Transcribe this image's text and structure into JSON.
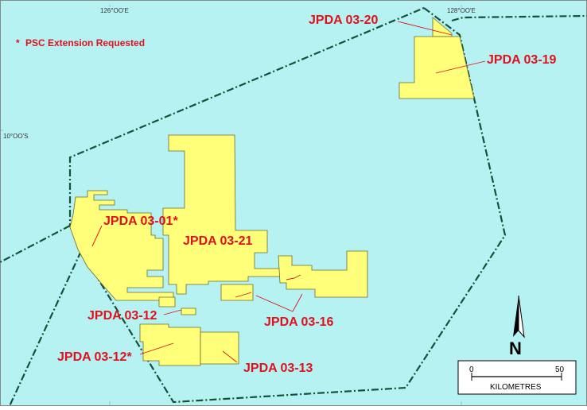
{
  "map": {
    "legend": {
      "marker": "*",
      "text": "PSC Extension Requested"
    },
    "graticule": {
      "lon_left": "126°OO'E",
      "lon_right": "128°OO'E",
      "lat": "10°OO'S"
    },
    "blocks": [
      {
        "id": "JPDA 03-20"
      },
      {
        "id": "JPDA 03-19"
      },
      {
        "id": "JPDA 03-01*"
      },
      {
        "id": "JPDA 03-21"
      },
      {
        "id": "JPDA 03-12"
      },
      {
        "id": "JPDA 03-16"
      },
      {
        "id": "JPDA 03-12*"
      },
      {
        "id": "JPDA 03-13"
      }
    ],
    "scalebar": {
      "min": "0",
      "max": "50",
      "unit": "KILOMETRES"
    },
    "north_arrow": {
      "letter": "N"
    },
    "colors": {
      "sea": "#b7f2f2",
      "block_fill": "#ffff7a",
      "label": "#e0101c",
      "boundary": "#14503a"
    }
  }
}
